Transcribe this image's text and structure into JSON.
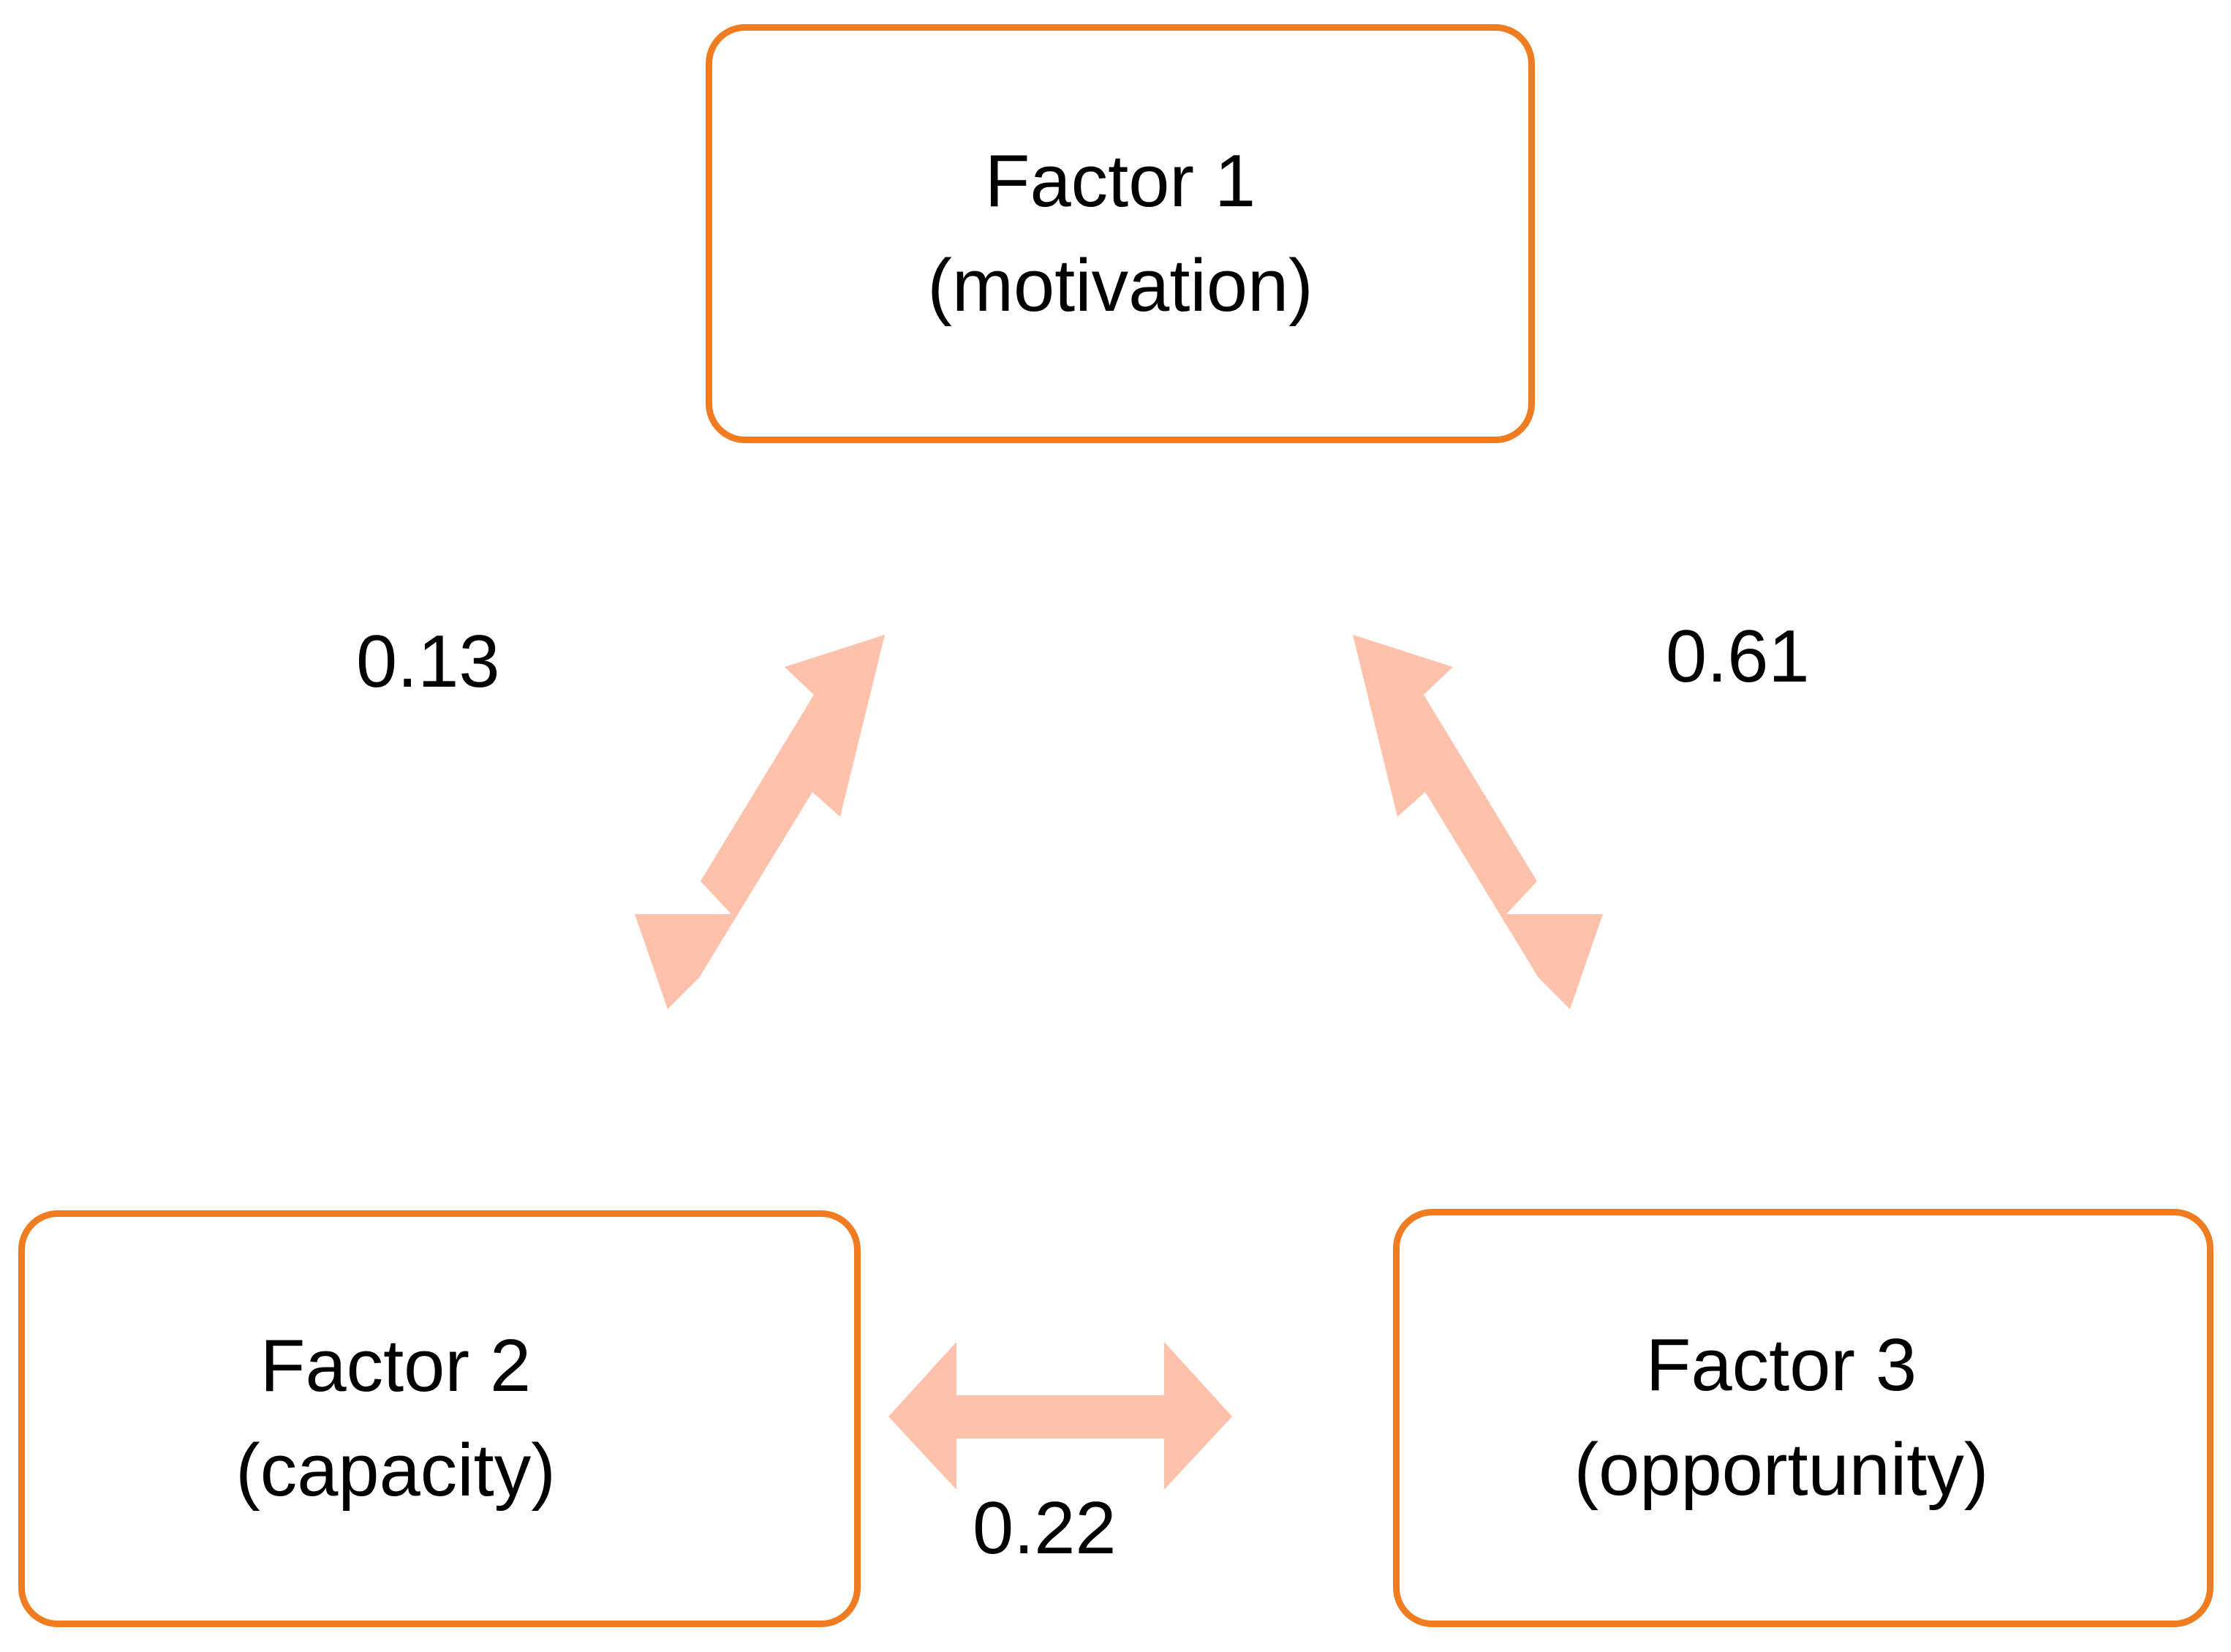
{
  "diagram": {
    "type": "factor-correlation-diagram",
    "background_color": "#FFFFFF",
    "box_border_color": "#F07C22",
    "arrow_color": "#FDC1AC",
    "text_color": "#000000",
    "nodes": [
      {
        "id": "factor1",
        "title": "Factor 1",
        "subtitle": "(motivation)",
        "position": "top-center"
      },
      {
        "id": "factor2",
        "title": "Factor 2",
        "subtitle": "(capacity)",
        "position": "bottom-left"
      },
      {
        "id": "factor3",
        "title": "Factor 3",
        "subtitle": "(opportunity)",
        "position": "bottom-right"
      }
    ],
    "edges": [
      {
        "id": "f1-f2",
        "from": "factor1",
        "to": "factor2",
        "value": "0.13",
        "style": "double-headed-arrow",
        "label_position": "left"
      },
      {
        "id": "f1-f3",
        "from": "factor1",
        "to": "factor3",
        "value": "0.61",
        "style": "double-headed-arrow",
        "label_position": "right"
      },
      {
        "id": "f2-f3",
        "from": "factor2",
        "to": "factor3",
        "value": "0.22",
        "style": "double-headed-arrow",
        "label_position": "below"
      }
    ]
  },
  "chart_data": {
    "type": "diagram",
    "title": "",
    "nodes": [
      "Factor 1 (motivation)",
      "Factor 2 (capacity)",
      "Factor 3 (opportunity)"
    ],
    "links": [
      {
        "source": "Factor 1 (motivation)",
        "target": "Factor 2 (capacity)",
        "value": 0.13
      },
      {
        "source": "Factor 1 (motivation)",
        "target": "Factor 3 (opportunity)",
        "value": 0.61
      },
      {
        "source": "Factor 2 (capacity)",
        "target": "Factor 3 (opportunity)",
        "value": 0.22
      }
    ]
  }
}
